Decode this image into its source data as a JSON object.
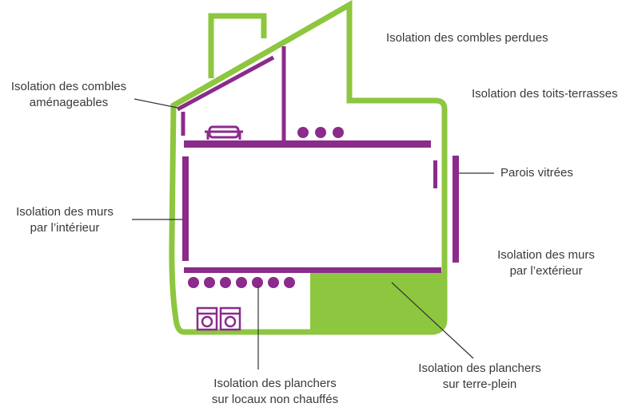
{
  "colors": {
    "house_outline": "#8DC63F",
    "insulation": "#8B2B8B",
    "leader_line": "#333333",
    "text": "#3a3a3a",
    "background": "#ffffff"
  },
  "labels": {
    "combles_perdues": {
      "lines": [
        "Isolation des combles perdues"
      ]
    },
    "combles_amenageables": {
      "lines": [
        "Isolation des combles",
        "aménageables"
      ]
    },
    "toits_terrasses": {
      "lines": [
        "Isolation des toits-terrasses"
      ]
    },
    "parois_vitrees": {
      "lines": [
        "Parois vitrées"
      ]
    },
    "murs_interieur": {
      "lines": [
        "Isolation des murs",
        "par l’intérieur"
      ]
    },
    "murs_exterieur": {
      "lines": [
        "Isolation des murs",
        "par l’extérieur"
      ]
    },
    "planchers_locaux": {
      "lines": [
        "Isolation des planchers",
        "sur locaux non chauffés"
      ]
    },
    "planchers_terre_plein": {
      "lines": [
        "Isolation des planchers",
        "sur terre-plein"
      ]
    }
  },
  "icons": {
    "attic_bed": "bed-icon",
    "pipes_attic": "pipe-section-icon",
    "pipes_basement": "pipe-section-icon",
    "appliances": "washing-machine-icon"
  }
}
